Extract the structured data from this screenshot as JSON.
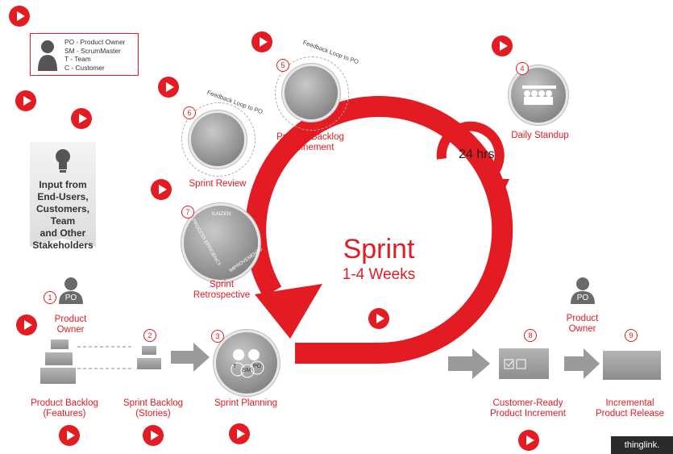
{
  "legend": {
    "lines": [
      "PO - Product Owner",
      "SM - ScrumMaster",
      "T - Team",
      "C - Customer"
    ]
  },
  "input": {
    "lines": [
      "Input from",
      "End-Users,",
      "Customers, Team",
      "and Other",
      "Stakeholders"
    ]
  },
  "steps": {
    "product_owner": {
      "num": "1",
      "label_lines": [
        "Product",
        "Owner"
      ],
      "badge": "PO"
    },
    "sprint_backlog": {
      "num": "2",
      "label_lines": [
        "Sprint Backlog",
        "(Stories)"
      ]
    },
    "product_backlog": {
      "label_lines": [
        "Product Backlog",
        "(Features)"
      ]
    },
    "sprint_planning": {
      "num": "3",
      "label": "Sprint Planning"
    },
    "daily_standup": {
      "num": "4",
      "label": "Daily Standup"
    },
    "backlog_refinement": {
      "num": "5",
      "label_lines": [
        "Product Backlog",
        "Refinement"
      ],
      "feedback": "Feedback Loop to PO"
    },
    "sprint_review": {
      "num": "6",
      "label": "Sprint Review",
      "feedback": "Feedback Loop to PO"
    },
    "retrospective": {
      "num": "7",
      "label_lines": [
        "Sprint",
        "Retrospective"
      ],
      "ring_words": [
        "KAIZEN",
        "PROCESS EFFICIENCY",
        "IMPROVEMENTS"
      ]
    },
    "customer_ready": {
      "num": "8",
      "label_lines": [
        "Customer-Ready",
        "Product Increment"
      ]
    },
    "release": {
      "num": "9",
      "label_lines": [
        "Incremental",
        "Product Release"
      ]
    },
    "product_owner_2": {
      "label_lines": [
        "Product",
        "Owner"
      ],
      "badge": "PO"
    }
  },
  "sprint": {
    "title": "Sprint",
    "subtitle": "1-4 Weeks",
    "daily": "24 hrs"
  },
  "people": {
    "po": "PO",
    "sm": "SM",
    "t": "T",
    "c": "C"
  },
  "branding": {
    "thinglink": "thinglink."
  },
  "colors": {
    "accent": "#e31b23",
    "gray": "#8a8a8a"
  }
}
